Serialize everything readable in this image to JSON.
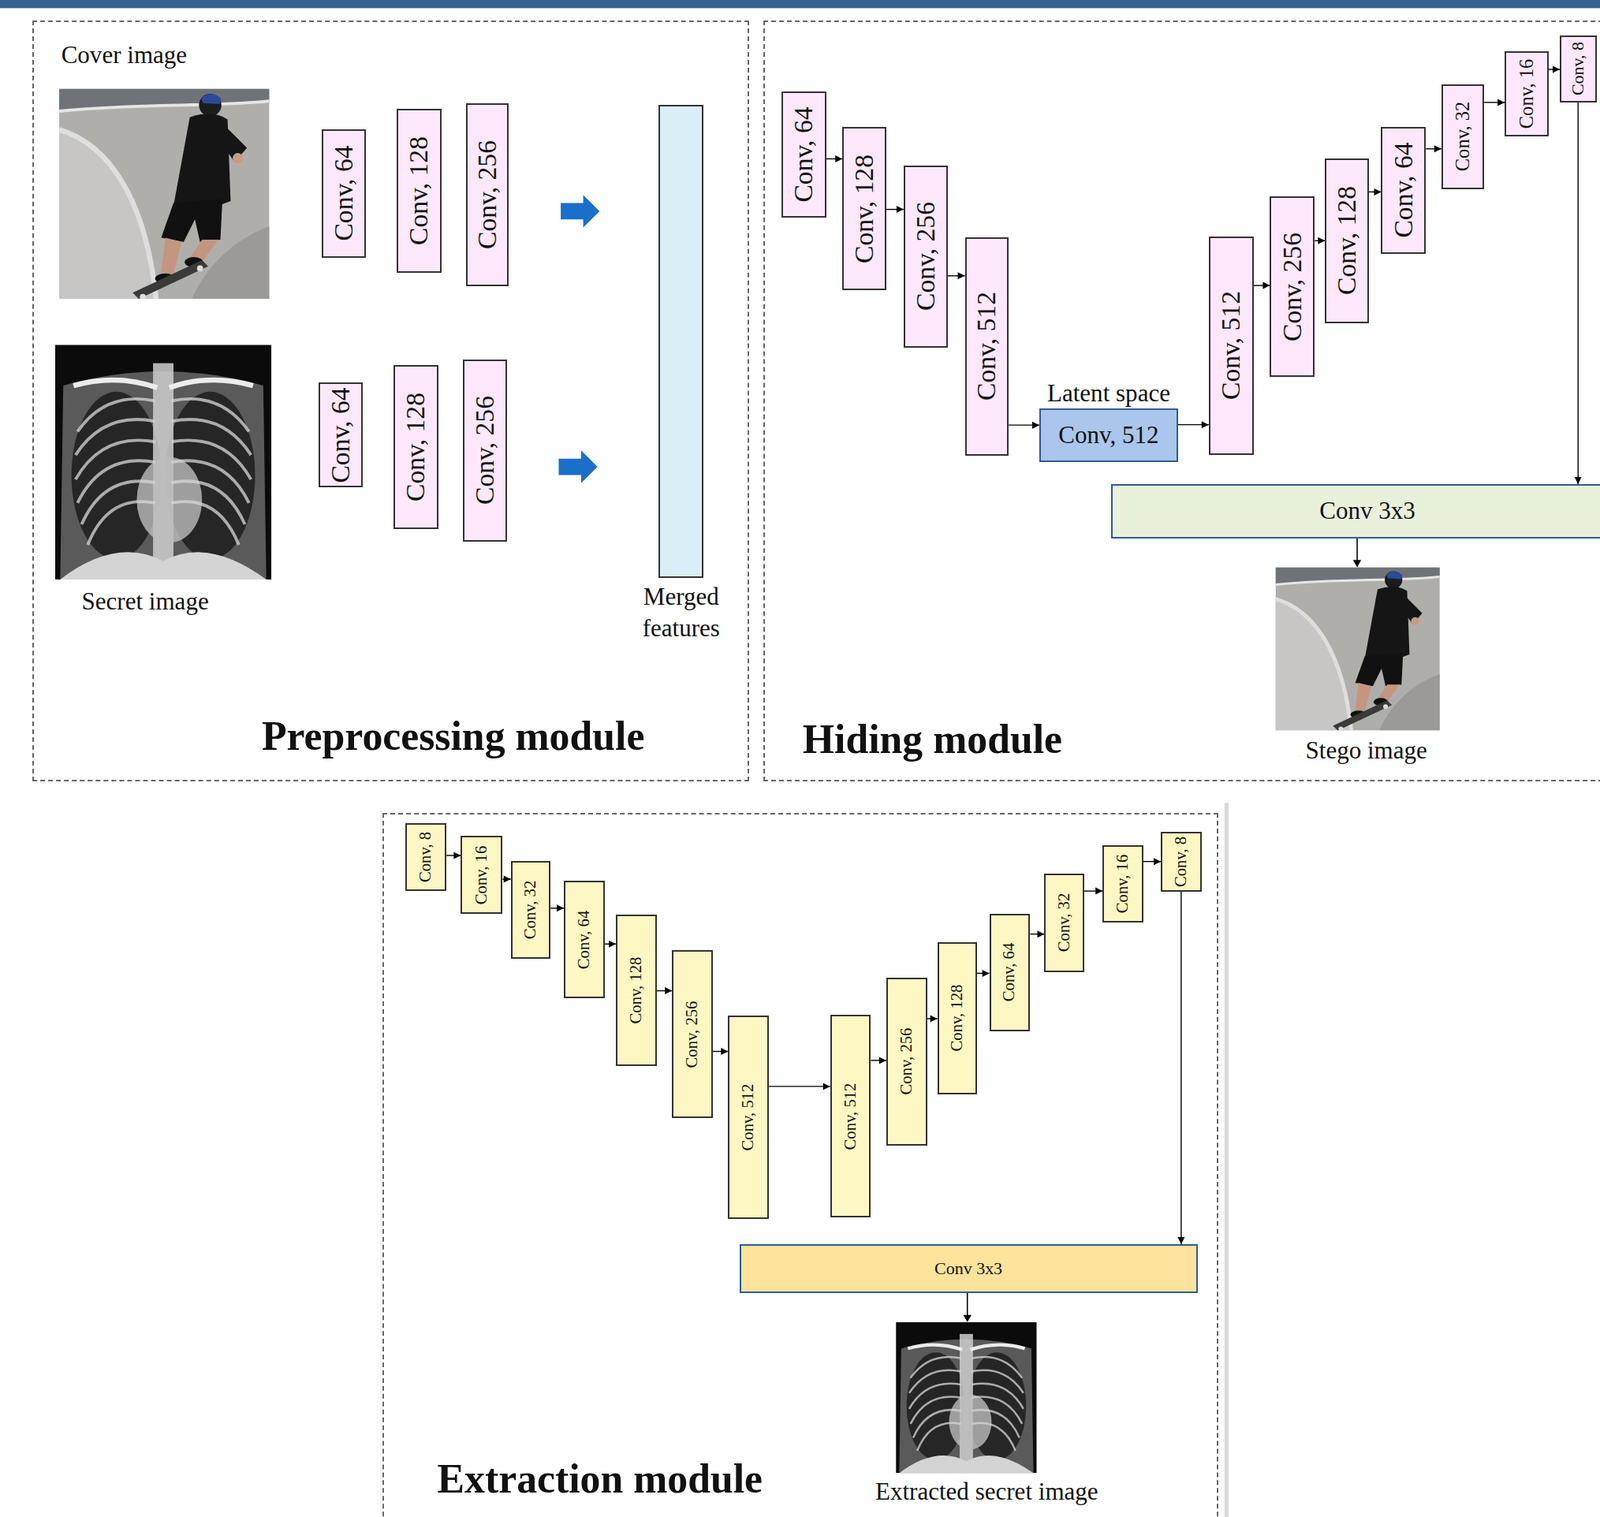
{
  "diagram": {
    "nodes": [
      {
        "text": [
          "Preprocessing module"
        ]
      },
      {
        "text": [
          "Conv, 64"
        ],
        "in": 0
      },
      {
        "text": [
          "Conv, 128"
        ],
        "in": 0
      },
      {
        "text": [
          "Conv, 256"
        ],
        "in": 0
      },
      {
        "text": [
          "Conv, 64"
        ],
        "in": 0
      },
      {
        "text": [
          "Conv, 128"
        ],
        "in": 0
      },
      {
        "text": [
          "Conv, 256"
        ],
        "in": 0
      },
      {
        "text": [
          "Merged features"
        ],
        "in": 0
      },
      {
        "text": [
          "Hiding module"
        ]
      },
      {
        "text": [
          "Conv, 64"
        ],
        "in": 8
      },
      {
        "text": [
          "Conv, 128"
        ],
        "in": 8
      },
      {
        "text": [
          "Conv, 256"
        ],
        "in": 8
      },
      {
        "text": [
          "Conv, 512"
        ],
        "in": 8
      },
      {
        "text": [
          "Latent space",
          "Conv, 512"
        ],
        "in": 8
      },
      {
        "text": [
          "Conv, 512"
        ],
        "in": 8
      },
      {
        "text": [
          "Conv, 256"
        ],
        "in": 8
      },
      {
        "text": [
          "Conv, 128"
        ],
        "in": 8
      },
      {
        "text": [
          "Conv, 64"
        ],
        "in": 8
      },
      {
        "text": [
          "Conv, 32"
        ],
        "in": 8
      },
      {
        "text": [
          "Conv, 16"
        ],
        "in": 8
      },
      {
        "text": [
          "Conv, 8"
        ],
        "in": 8
      },
      {
        "text": [
          "Conv 3x3"
        ],
        "in": 8
      },
      {
        "text": [
          "Extraction module"
        ]
      },
      {
        "text": [
          "Conv, 8"
        ],
        "in": 22
      },
      {
        "text": [
          "Conv, 16"
        ],
        "in": 22
      },
      {
        "text": [
          "Conv, 32"
        ],
        "in": 22
      },
      {
        "text": [
          "Conv, 64"
        ],
        "in": 22
      },
      {
        "text": [
          "Conv, 128"
        ],
        "in": 22
      },
      {
        "text": [
          "Conv, 256"
        ],
        "in": 22
      },
      {
        "text": [
          "Conv, 512"
        ],
        "in": 22
      },
      {
        "text": [
          "Conv, 512"
        ],
        "in": 22
      },
      {
        "text": [
          "Conv, 256"
        ],
        "in": 22
      },
      {
        "text": [
          "Conv, 128"
        ],
        "in": 22
      },
      {
        "text": [
          "Conv, 64"
        ],
        "in": 22
      },
      {
        "text": [
          "Conv, 32"
        ],
        "in": 22
      },
      {
        "text": [
          "Conv, 16"
        ],
        "in": 22
      },
      {
        "text": [
          "Conv, 8"
        ],
        "in": 22
      },
      {
        "text": [
          "Conv 3x3"
        ],
        "in": 22
      }
    ],
    "edges": [
      {
        "from": 3,
        "to": 7,
        "arrow": "to"
      },
      {
        "from": 6,
        "to": 7,
        "arrow": "to"
      },
      {
        "from": 9,
        "to": 10,
        "arrow": "to"
      },
      {
        "from": 10,
        "to": 11,
        "arrow": "to"
      },
      {
        "from": 11,
        "to": 12,
        "arrow": "to"
      },
      {
        "from": 12,
        "to": 13,
        "arrow": "to"
      },
      {
        "from": 13,
        "to": 14,
        "arrow": "to"
      },
      {
        "from": 14,
        "to": 15,
        "arrow": "to"
      },
      {
        "from": 15,
        "to": 16,
        "arrow": "to"
      },
      {
        "from": 16,
        "to": 17,
        "arrow": "to"
      },
      {
        "from": 17,
        "to": 18,
        "arrow": "to"
      },
      {
        "from": 18,
        "to": 19,
        "arrow": "to"
      },
      {
        "from": 19,
        "to": 20,
        "arrow": "to"
      },
      {
        "from": 20,
        "to": 21,
        "arrow": "to"
      },
      {
        "from": 23,
        "to": 24,
        "arrow": "to"
      },
      {
        "from": 24,
        "to": 25,
        "arrow": "to"
      },
      {
        "from": 25,
        "to": 26,
        "arrow": "to"
      },
      {
        "from": 26,
        "to": 27,
        "arrow": "to"
      },
      {
        "from": 27,
        "to": 28,
        "arrow": "to"
      },
      {
        "from": 28,
        "to": 29,
        "arrow": "to"
      },
      {
        "from": 29,
        "to": 30,
        "arrow": "to"
      },
      {
        "from": 30,
        "to": 31,
        "arrow": "to"
      },
      {
        "from": 31,
        "to": 32,
        "arrow": "to"
      },
      {
        "from": 32,
        "to": 33,
        "arrow": "to"
      },
      {
        "from": 33,
        "to": 34,
        "arrow": "to"
      },
      {
        "from": 34,
        "to": 35,
        "arrow": "to"
      },
      {
        "from": 35,
        "to": 36,
        "arrow": "to"
      },
      {
        "from": 36,
        "to": 37,
        "arrow": "to"
      }
    ],
    "labels": [
      "Cover image",
      "Secret image",
      "Stego image",
      "Extracted secret image"
    ]
  }
}
